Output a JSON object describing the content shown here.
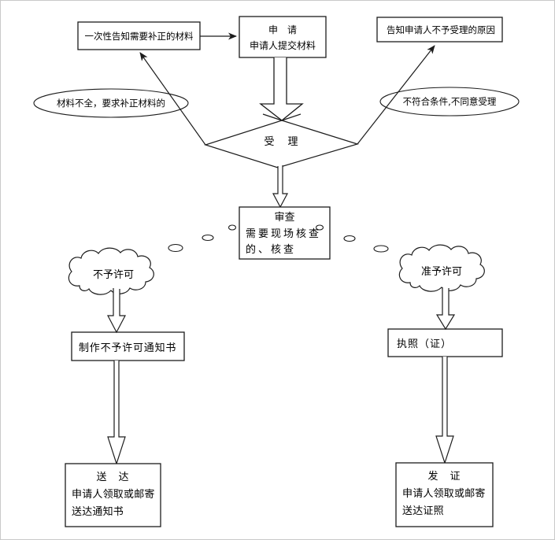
{
  "diagram": {
    "background": "#ffffff",
    "stroke": "#1c1c1c",
    "nodes": {
      "notify_correction": {
        "label": "一次性告知需要补正的材料"
      },
      "apply": {
        "title": "申　请",
        "subtitle": "申请人提交材料"
      },
      "notify_rejection": {
        "label": "告知申请人不予受理的原因"
      },
      "incomplete": {
        "label": "材料不全，要求补正材料的"
      },
      "not_qualified": {
        "label": "不符合条件,不同意受理"
      },
      "accept": {
        "label": "受　理"
      },
      "review": {
        "line1": "审查",
        "line2": "需要现场核查",
        "line3": "的、核查"
      },
      "deny": {
        "label": "不予许可"
      },
      "approve": {
        "label": "准予许可"
      },
      "make_denial_notice": {
        "label": "制作不予许可通知书"
      },
      "license": {
        "label": "执照（证）"
      },
      "deliver": {
        "title": "送　达",
        "line2": "申请人领取或邮寄",
        "line3": "送达通知书"
      },
      "issue": {
        "title": "发　证",
        "line2": "申请人领取或邮寄",
        "line3": "送达证照"
      }
    }
  }
}
